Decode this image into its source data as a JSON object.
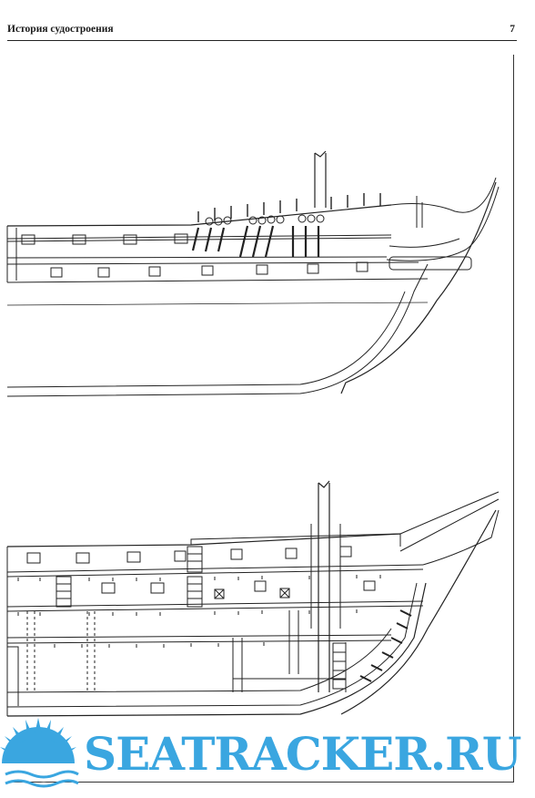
{
  "header": {
    "title": "История судостроения",
    "page_number": "7"
  },
  "watermark": {
    "text": "SEATRACKER.RU",
    "color": "#3aa6e0"
  },
  "figures": [
    {
      "name": "upper-drawing",
      "subject": "ship-profile-exterior"
    },
    {
      "name": "lower-drawing",
      "subject": "ship-profile-section"
    }
  ]
}
